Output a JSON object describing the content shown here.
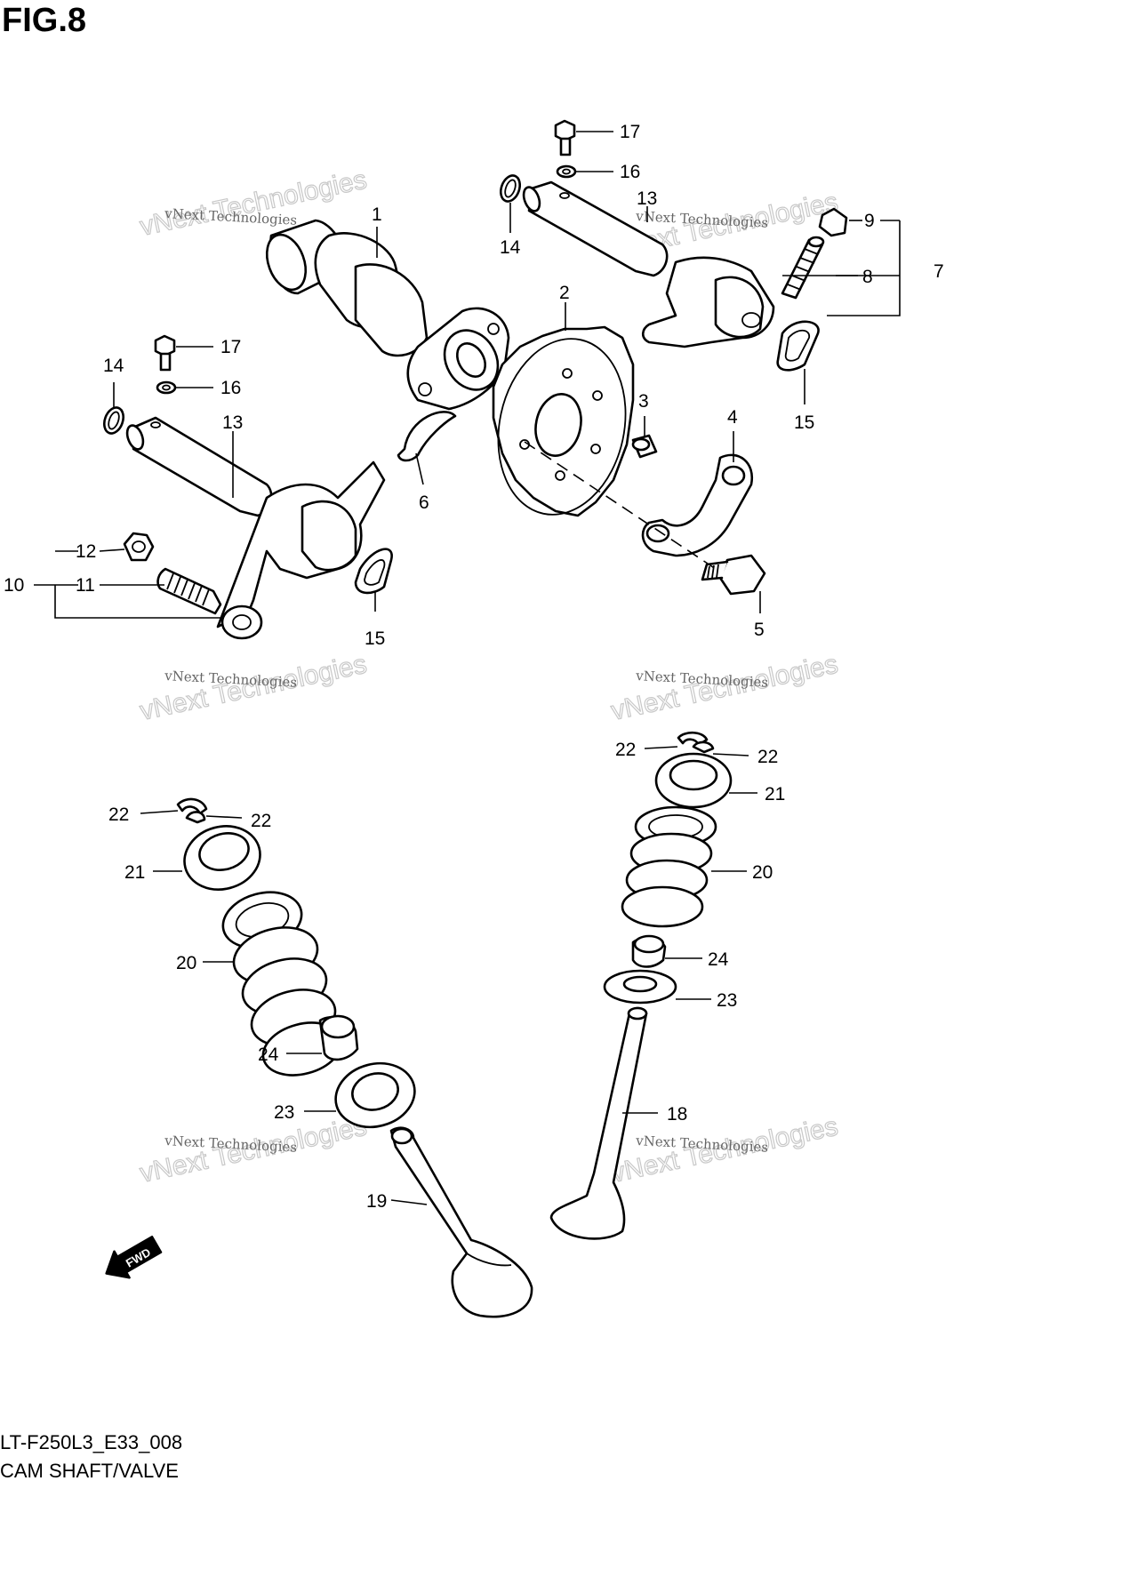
{
  "figure": {
    "title": "FIG.8",
    "code": "LT-F250L3_E33_008",
    "name": "CAM SHAFT/VALVE",
    "fwd_label": "FWD"
  },
  "watermark": {
    "line1": "vNext Technologies",
    "line2": "vNext Technologies"
  },
  "callouts": [
    "1",
    "2",
    "3",
    "4",
    "5",
    "6",
    "7",
    "8",
    "9",
    "10",
    "11",
    "12",
    "13",
    "14",
    "15",
    "16",
    "17",
    "18",
    "19",
    "20",
    "21",
    "22",
    "23",
    "24"
  ]
}
